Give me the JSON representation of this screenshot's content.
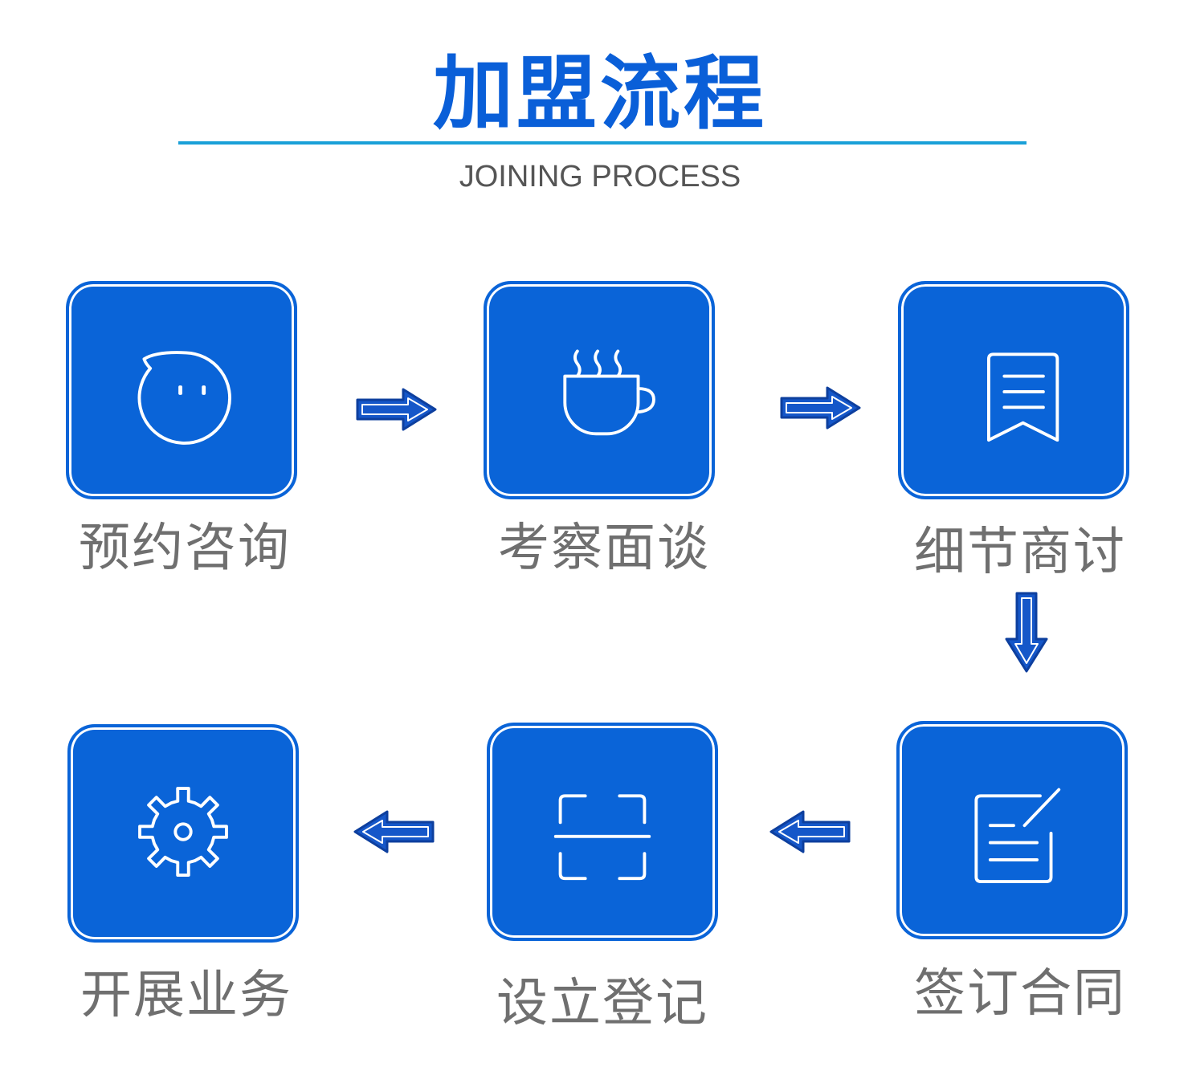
{
  "header": {
    "title": "加盟流程",
    "subtitle": "JOINING PROCESS"
  },
  "steps": [
    {
      "label": "预约咨询",
      "icon": "chat-bubble-icon"
    },
    {
      "label": "考察面谈",
      "icon": "coffee-cup-icon"
    },
    {
      "label": "细节商讨",
      "icon": "document-icon"
    },
    {
      "label": "签订合同",
      "icon": "sign-pen-icon"
    },
    {
      "label": "设立登记",
      "icon": "scan-frame-icon"
    },
    {
      "label": "开展业务",
      "icon": "gear-icon"
    }
  ],
  "colors": {
    "accent": "#0a64d8",
    "title": "#0a5fd8",
    "rule": "#1aa0d8",
    "label": "#6f6f6f",
    "arrow": "#1557c9"
  }
}
